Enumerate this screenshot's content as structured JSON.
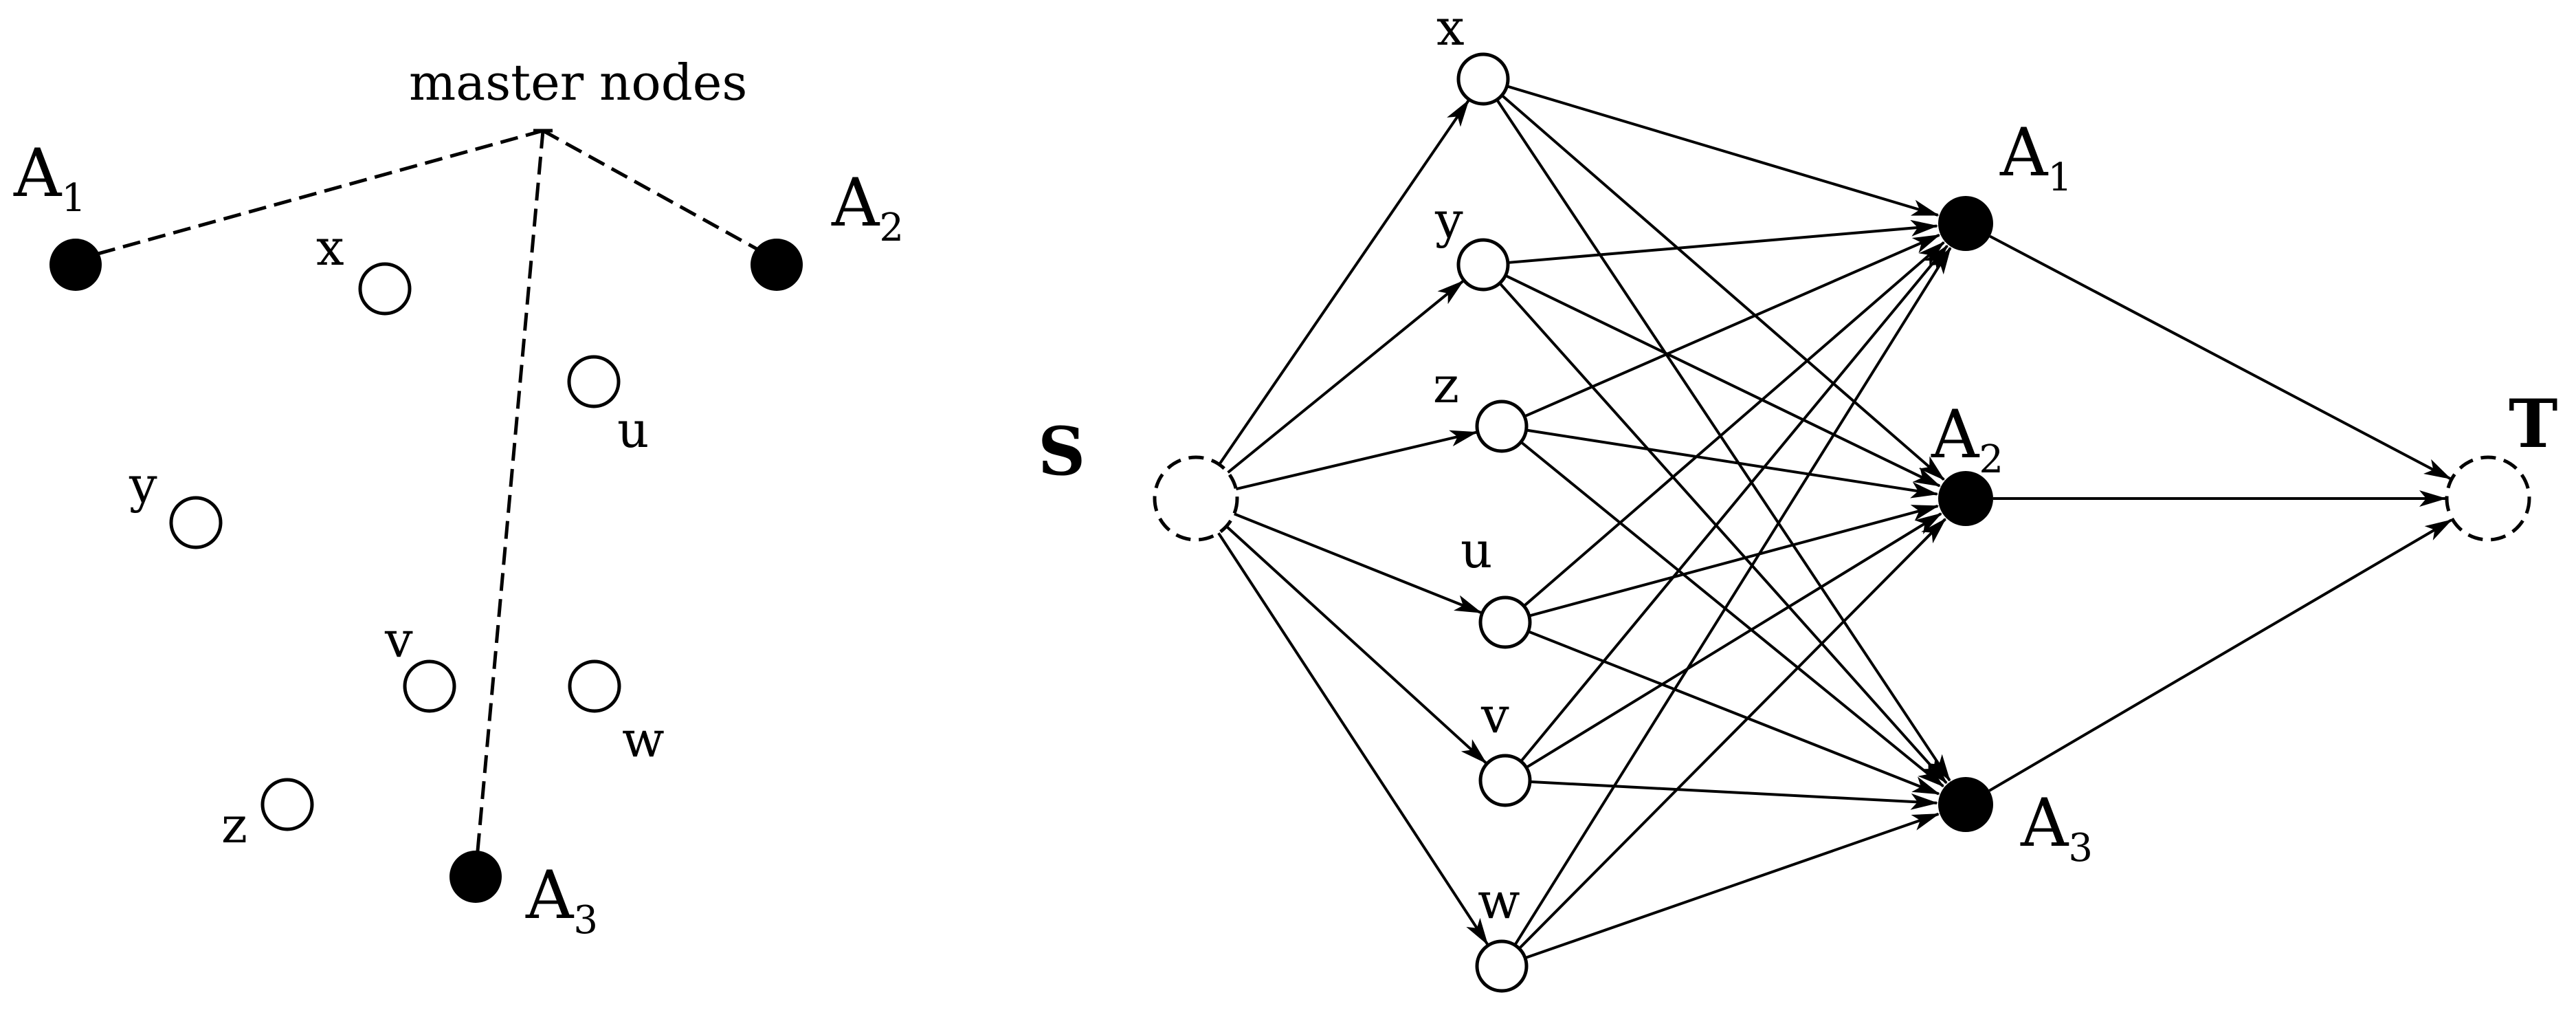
{
  "left_panel": {
    "caption": "master nodes",
    "master_nodes": [
      {
        "id": "A1",
        "letter": "A",
        "sub": "1"
      },
      {
        "id": "A2",
        "letter": "A",
        "sub": "2"
      },
      {
        "id": "A3",
        "letter": "A",
        "sub": "3"
      }
    ],
    "ordinary_nodes": [
      "x",
      "y",
      "z",
      "u",
      "v",
      "w"
    ]
  },
  "right_panel": {
    "source": "S",
    "sink": "T",
    "ordinary_nodes": [
      "x",
      "y",
      "z",
      "u",
      "v",
      "w"
    ],
    "master_nodes": [
      {
        "id": "A1",
        "letter": "A",
        "sub": "1"
      },
      {
        "id": "A2",
        "letter": "A",
        "sub": "2"
      },
      {
        "id": "A3",
        "letter": "A",
        "sub": "3"
      }
    ]
  }
}
